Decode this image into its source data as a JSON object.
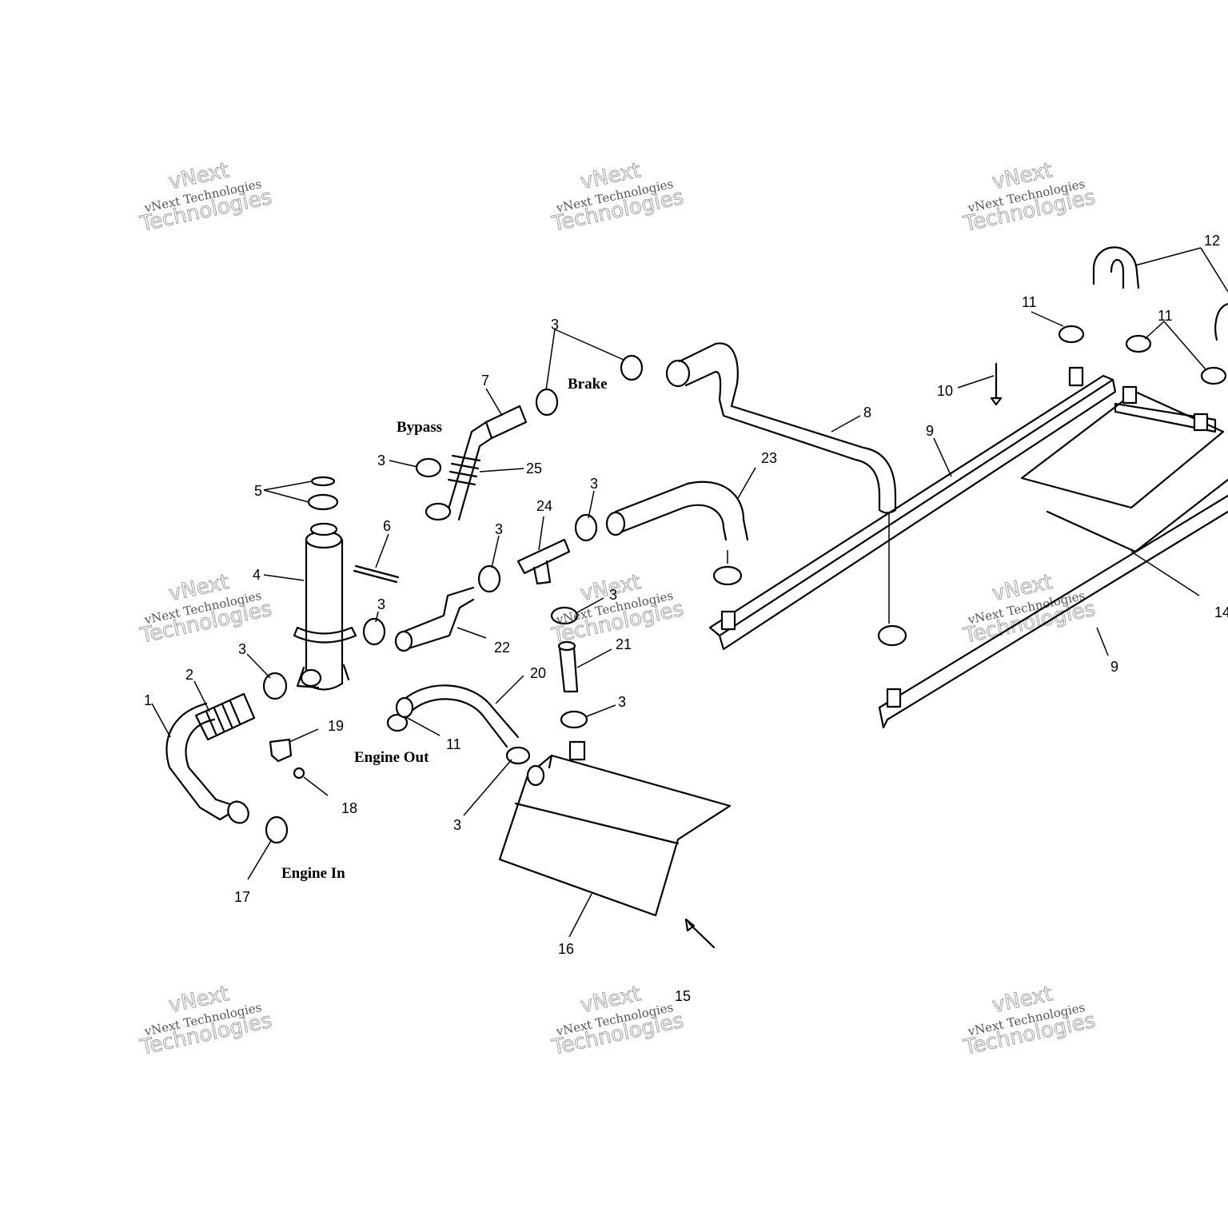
{
  "watermark": {
    "small": "vNext Technologies",
    "large_top": "vNext",
    "large_bottom": "Technologies"
  },
  "section_labels": {
    "bypass": "Bypass",
    "brake": "Brake",
    "engine_out": "Engine Out",
    "engine_in": "Engine In"
  },
  "callouts": {
    "c1": "1",
    "c2": "2",
    "c3": "3",
    "c4": "4",
    "c5": "5",
    "c6": "6",
    "c7": "7",
    "c8": "8",
    "c9": "9",
    "c10": "10",
    "c11": "11",
    "c12": "12",
    "c14": "14",
    "c15": "15",
    "c16": "16",
    "c17": "17",
    "c18": "18",
    "c19": "19",
    "c20": "20",
    "c21": "21",
    "c22": "22",
    "c23": "23",
    "c24": "24",
    "c25": "25"
  },
  "colors": {
    "line": "#000000",
    "watermark": "#999999",
    "background": "#ffffff"
  }
}
